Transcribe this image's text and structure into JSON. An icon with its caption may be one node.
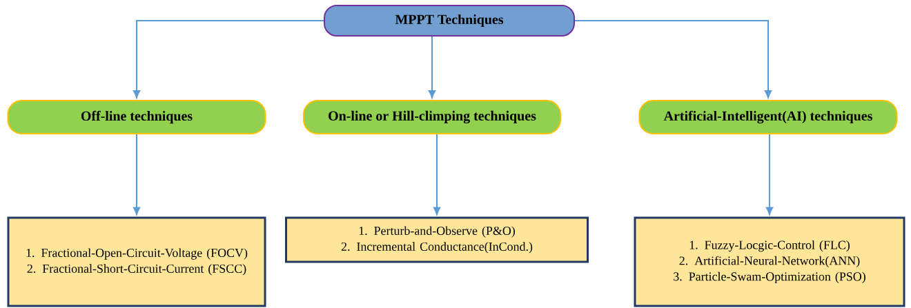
{
  "diagram": {
    "nodes": [
      {
        "text": [
          "MPPT Techniques"
        ]
      },
      {
        "text": [
          "Off-line techniques"
        ]
      },
      {
        "text": [
          "On-line or Hill-climping techniques"
        ]
      },
      {
        "text": [
          "Artificial-Intelligent(AI) techniques"
        ]
      },
      {
        "text": [
          "1. Fractional-Open-Circuit-Voltage (FOCV)",
          "2. Fractional-Short-Circuit-Current (FSCC)"
        ]
      },
      {
        "text": [
          "1. Perturb-and-Observe (P&O)",
          "2. Incremental Conductance(InCond.)"
        ]
      },
      {
        "text": [
          "1. Fuzzy-Locgic-Control (FLC)",
          "2. Artificial-Neural-Network(ANN)",
          "3. Particle-Swam-Optimization (PSO)"
        ]
      }
    ],
    "edges": [
      {
        "from": 0,
        "to": 1,
        "arrow": "to"
      },
      {
        "from": 0,
        "to": 2,
        "arrow": "to"
      },
      {
        "from": 0,
        "to": 3,
        "arrow": "to"
      },
      {
        "from": 1,
        "to": 4,
        "arrow": "to"
      },
      {
        "from": 2,
        "to": 5,
        "arrow": "to"
      },
      {
        "from": 3,
        "to": 6,
        "arrow": "to"
      }
    ]
  }
}
